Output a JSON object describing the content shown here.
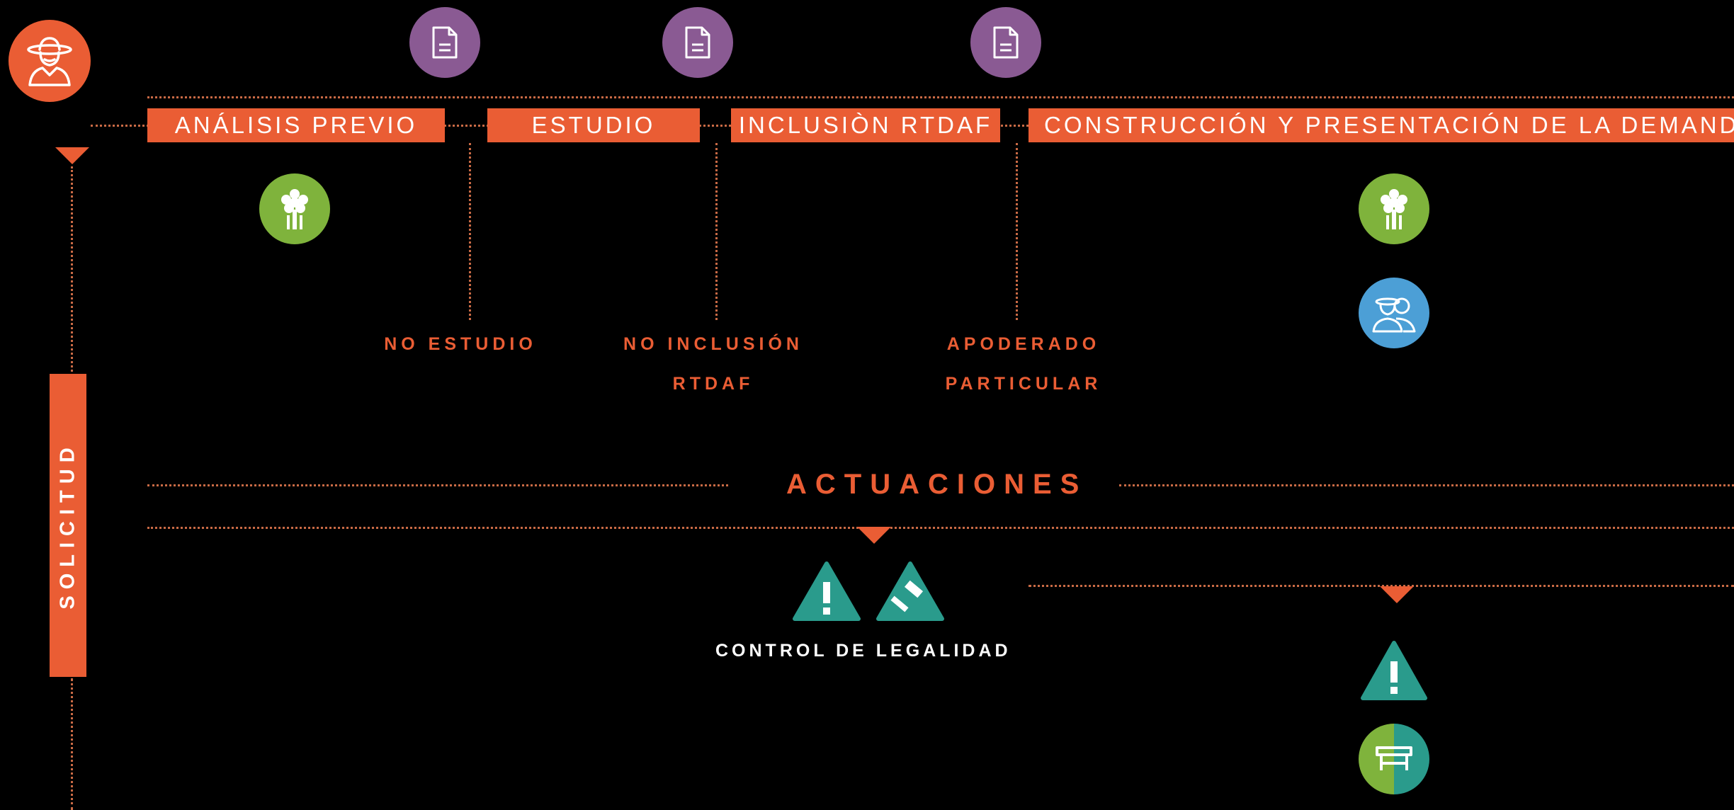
{
  "stages": [
    {
      "label": "ANÁLISIS PREVIO"
    },
    {
      "label": "ESTUDIO"
    },
    {
      "label": "INCLUSIÒN RTDAF"
    },
    {
      "label": "CONSTRUCCIÓN Y PRESENTACIÓN DE LA DEMANDA"
    }
  ],
  "exits": {
    "no_estudio": "NO ESTUDIO",
    "no_inclusion_line1": "NO INCLUSIÓN",
    "no_inclusion_line2": "RTDAF",
    "apoderado_line1": "APODERADO",
    "apoderado_line2": "PARTICULAR"
  },
  "side_label": "SOLICITUD",
  "actuaciones": "ACTUACIONES",
  "control": "CONTROL DE LEGALIDAD",
  "colors": {
    "orange": "#ea5d34",
    "purple": "#8a5a93",
    "green": "#7fb33c",
    "blue": "#4c9fd6",
    "teal": "#2a9b8c"
  },
  "icons": [
    "farmer-icon",
    "document-icon",
    "tree-icon",
    "people-icon",
    "warning-icon",
    "gavel-icon",
    "table-icon"
  ]
}
